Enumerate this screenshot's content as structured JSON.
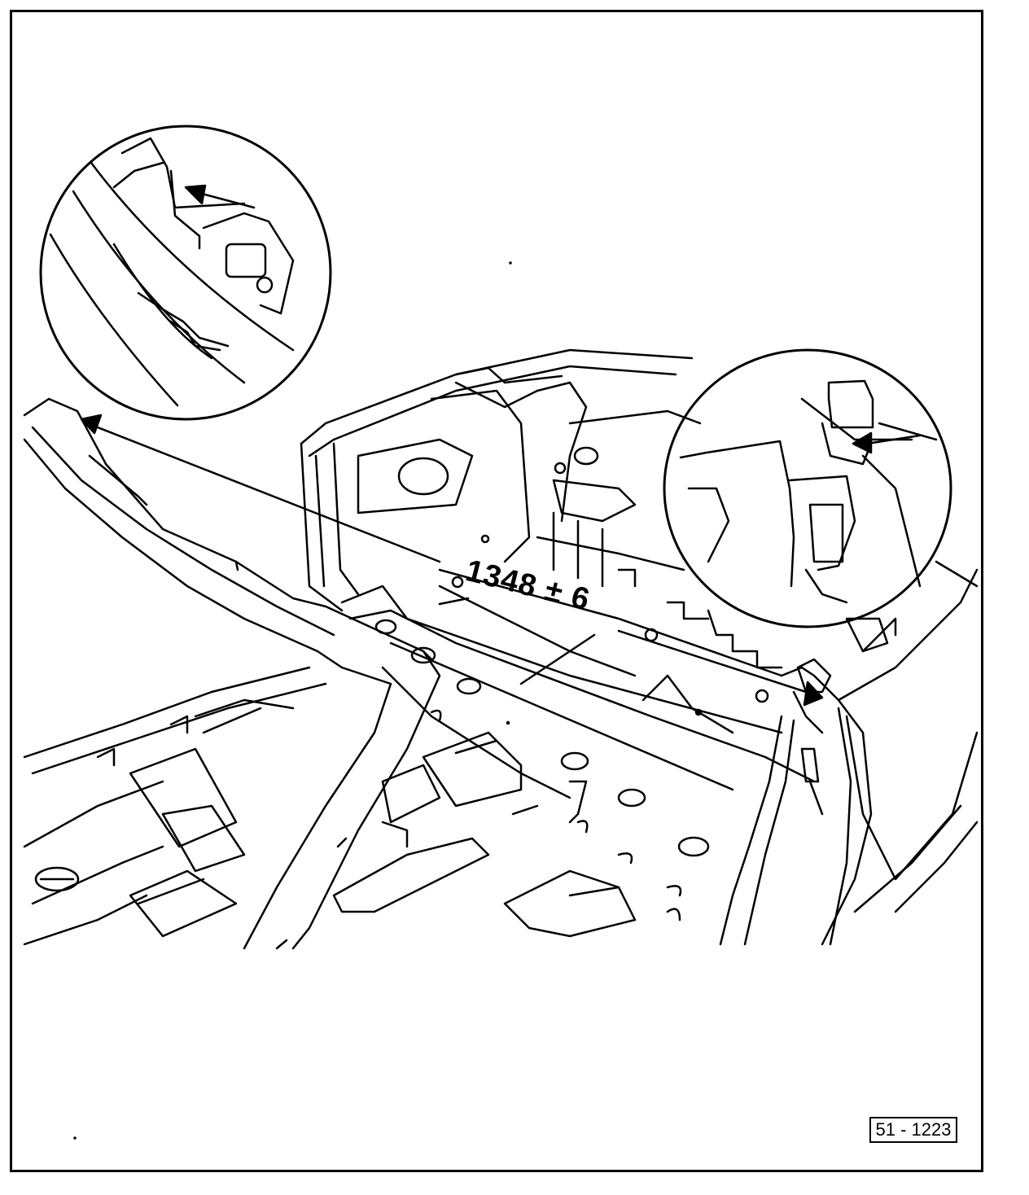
{
  "diagram": {
    "dimension_label": "1348 ± 6",
    "figure_number": "51 - 1223"
  },
  "colors": {
    "line": "#000000",
    "background": "#ffffff"
  },
  "icons": [
    "detail-magnifier-left",
    "detail-magnifier-right",
    "pointer-arrow"
  ]
}
